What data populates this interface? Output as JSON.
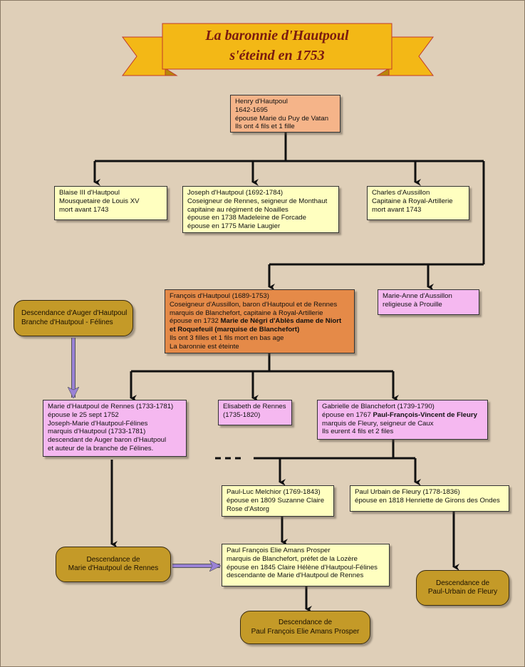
{
  "title": {
    "line1": "La baronnie d'Hautpoul",
    "line2": "s'éteind en 1753"
  },
  "colors": {
    "background": "#dfcfb8",
    "banner": "#f3b816",
    "banner_text": "#7a1a10",
    "yellow_box": "#ffffc0",
    "pink_box": "#f5b8f0",
    "salmon_box": "#f5b489",
    "orange_box": "#e58a48",
    "gold_pill": "#c49a28",
    "purple_arrow": "#9a82d6"
  },
  "boxes": {
    "henry": [
      "Henry d'Hautpoul",
      "1642-1695",
      "épouse Marie du Puy de Vatan",
      "Ils ont 4 fils et 1 fille"
    ],
    "blaise": [
      "Blaise III d'Hautpoul",
      "Mousquetaire de Louis XV",
      "mort avant 1743"
    ],
    "joseph": [
      "Joseph d'Hautpoul (1692-1784)",
      "Coseigneur de Rennes, seigneur de Monthaut",
      "capitaine au régiment de Noailles",
      "épouse en 1738 Madeleine de Forcade",
      "épouse en 1775 Marie Laugier"
    ],
    "charles": [
      "Charles d'Aussillon",
      "Capitaine à Royal-Artillerie",
      "mort avant 1743"
    ],
    "francois": {
      "l1": "François d'Hautpoul (1689-1753)",
      "l2": "Coseigneur d'Aussillon, baron d'Hautpoul et de Rennes",
      "l3": "marquis de Blanchefort, capitaine à Royal-Artillerie",
      "l4a": "épouse en 1732 ",
      "l4b": "Marie de Négri d'Ablès dame de Niort",
      "l5": "et Roquefeuil  (marquise de Blanchefort)",
      "l6": "Ils ont 3 filles et 1 fils mort en bas age",
      "l7": "La baronnie est éteinte"
    },
    "marie_anne": [
      "Marie-Anne d'Aussillon",
      "religieuse à Prouille"
    ],
    "marie": [
      "Marie d'Hautpoul de Rennes (1733-1781)",
      "épouse le 25 sept 1752",
      "Joseph-Marie d'Hautpoul-Félines",
      "marquis d'Hautpoul (1733-1781)",
      "descendant de Auger baron d'Hautpoul",
      "et auteur de la branche de Félines."
    ],
    "elisabeth": [
      "Elisabeth de Rennes",
      "(1735-1820)"
    ],
    "gabrielle": {
      "l1": "Gabrielle de Blanchefort (1739-1790)",
      "l2a": "épouse en 1767 ",
      "l2b": "Paul-François-Vincent de Fleury",
      "l3": "marquis de Fleury, seigneur de Caux",
      "l4": "Ils eurent 4 fils et 2 files"
    },
    "paul_luc": [
      "Paul-Luc Melchior (1769-1843)",
      "épouse en 1809 Suzanne Claire",
      "Rose d'Astorg"
    ],
    "paul_urbain": [
      "Paul Urbain de Fleury (1778-1836)",
      "épouse en 1818 Henriette de Girons des Ondes"
    ],
    "paul_francois": [
      "Paul François Elie Amans Prosper",
      "marquis de Blanchefort, préfet de la Lozère",
      "épouse en 1845 Claire Hélène d'Hautpoul-Félines",
      "descendante de Marie d'Hautpoul de Rennes"
    ]
  },
  "pills": {
    "auger": [
      "Descendance d'Auger d'Hautpoul",
      "Branche d'Hautpoul - Félines"
    ],
    "marie_desc": [
      "Descendance de",
      "Marie d'Hautpoul de Rennes"
    ],
    "prosper_desc": [
      "Descendance de",
      "Paul François Elie Amans Prosper"
    ],
    "urbain_desc": [
      "Descendance de",
      "Paul-Urbain de Fleury"
    ]
  }
}
